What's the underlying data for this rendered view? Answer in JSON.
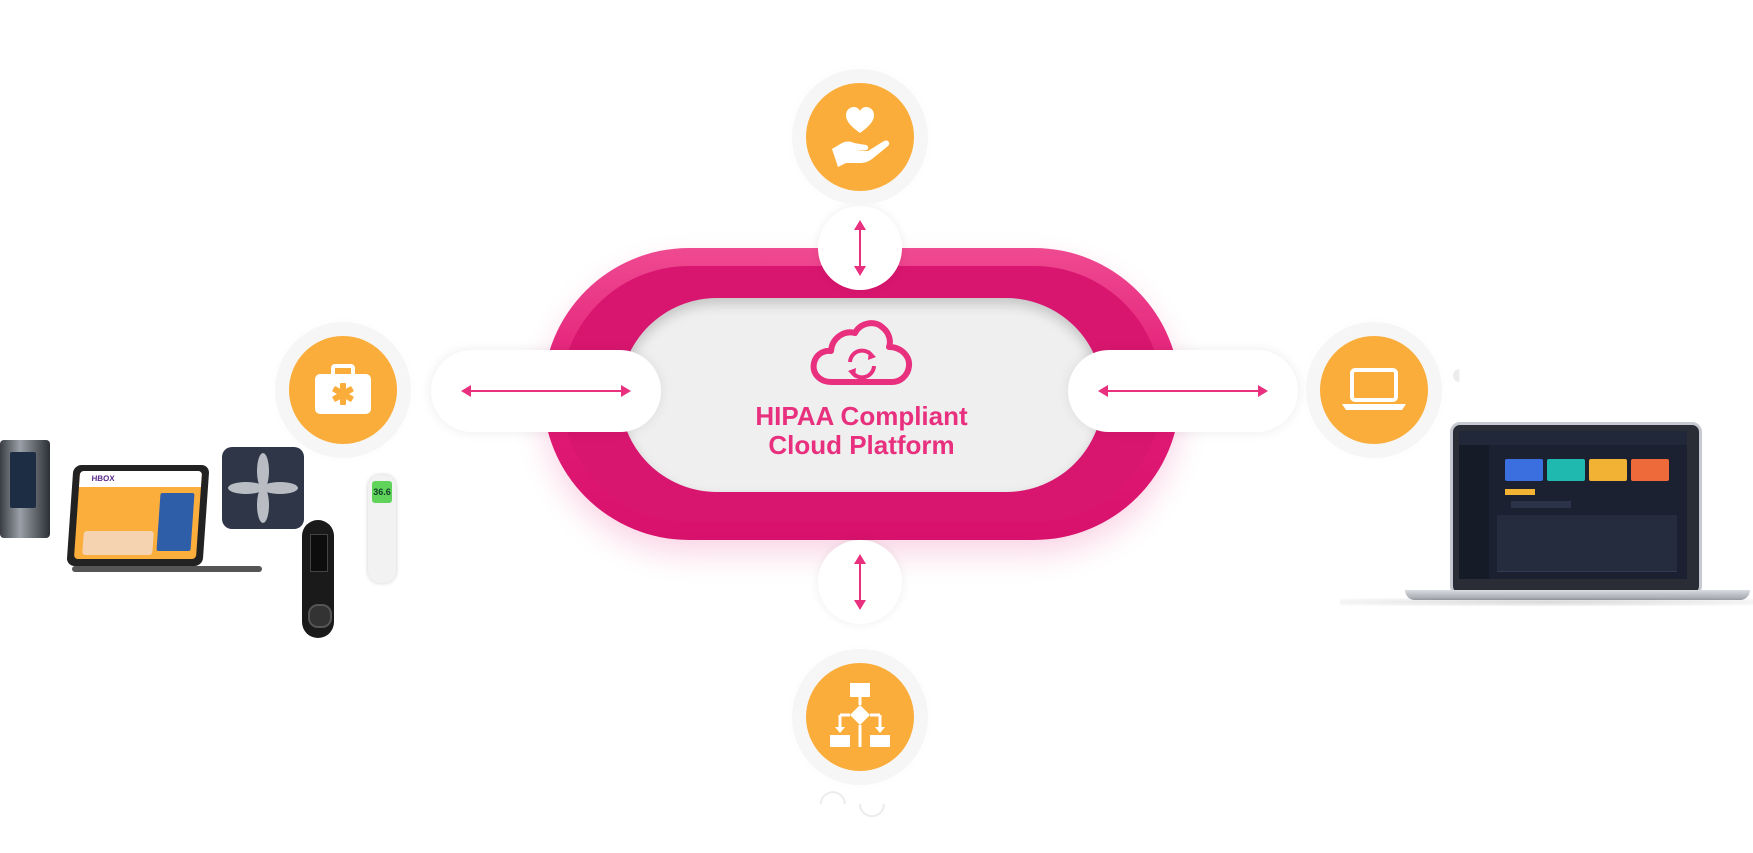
{
  "platform": {
    "title_line1": "HIPAA Compliant",
    "title_line2": "Cloud Platform",
    "icon": "cloud-sync-icon"
  },
  "nodes": {
    "top": {
      "icon": "hand-heart-icon"
    },
    "left": {
      "icon": "medical-kit-icon"
    },
    "right": {
      "icon": "laptop-icon"
    },
    "bottom": {
      "icon": "workflow-icon"
    }
  },
  "connectors": {
    "vertical_icon": "double-arrow-vertical-icon",
    "horizontal_icon": "double-arrow-horizontal-icon"
  },
  "devices": {
    "tablet_brand": "HBOX",
    "thermometer_reading": "36.6"
  },
  "colors": {
    "pink": "#e31d77",
    "orange": "#fbad3b",
    "title_pink": "#e8307f"
  }
}
